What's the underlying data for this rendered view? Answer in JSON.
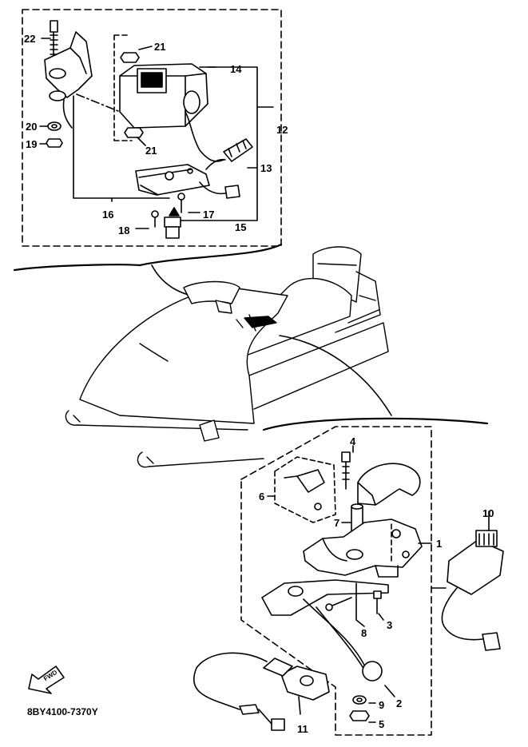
{
  "diagram": {
    "drawing_code": "8BY4100-7370Y",
    "direction_mark": "FWD",
    "callouts": {
      "c1": "1",
      "c2": "2",
      "c3": "3",
      "c4": "4",
      "c5": "5",
      "c6": "6",
      "c7": "7",
      "c8": "8",
      "c9": "9",
      "c10": "10",
      "c11": "11",
      "c12": "12",
      "c13": "13",
      "c14": "14",
      "c15": "15",
      "c16": "16",
      "c17": "17",
      "c18": "18",
      "c19": "19",
      "c20": "20",
      "c21a": "21",
      "c21b": "21",
      "c22": "22"
    }
  }
}
